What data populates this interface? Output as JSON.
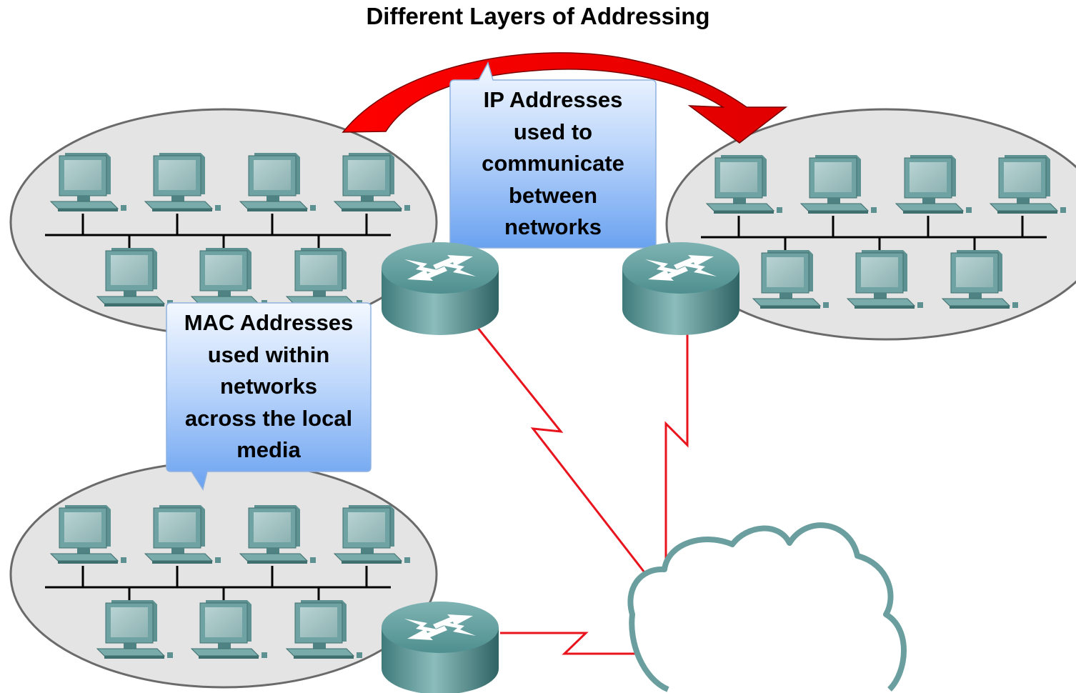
{
  "title": "Different Layers of Addressing",
  "callouts": {
    "ip": {
      "lines": [
        "IP Addresses",
        "used to",
        "communicate",
        "between",
        "networks"
      ]
    },
    "mac": {
      "lines": [
        "MAC Addresses",
        "used within",
        "networks",
        "across the local",
        "media"
      ]
    }
  },
  "icons": {
    "lan_left_top": "network-ellipse",
    "lan_right_top": "network-ellipse",
    "lan_left_bottom": "network-ellipse",
    "router": "router-icon",
    "cloud": "cloud-icon",
    "workstation": "computer-icon",
    "arrow": "curved-arrow-icon"
  },
  "colors": {
    "arrow": "#ff0000",
    "wan_link": "#e8141e",
    "ellipse_fill": "#e4e4e4",
    "ellipse_stroke": "#6a6a6a",
    "callout_top": "#eef6ff",
    "callout_bottom": "#6aa2f0",
    "router": "#4f8f8f",
    "cloud_stroke": "#6b9e9e"
  }
}
